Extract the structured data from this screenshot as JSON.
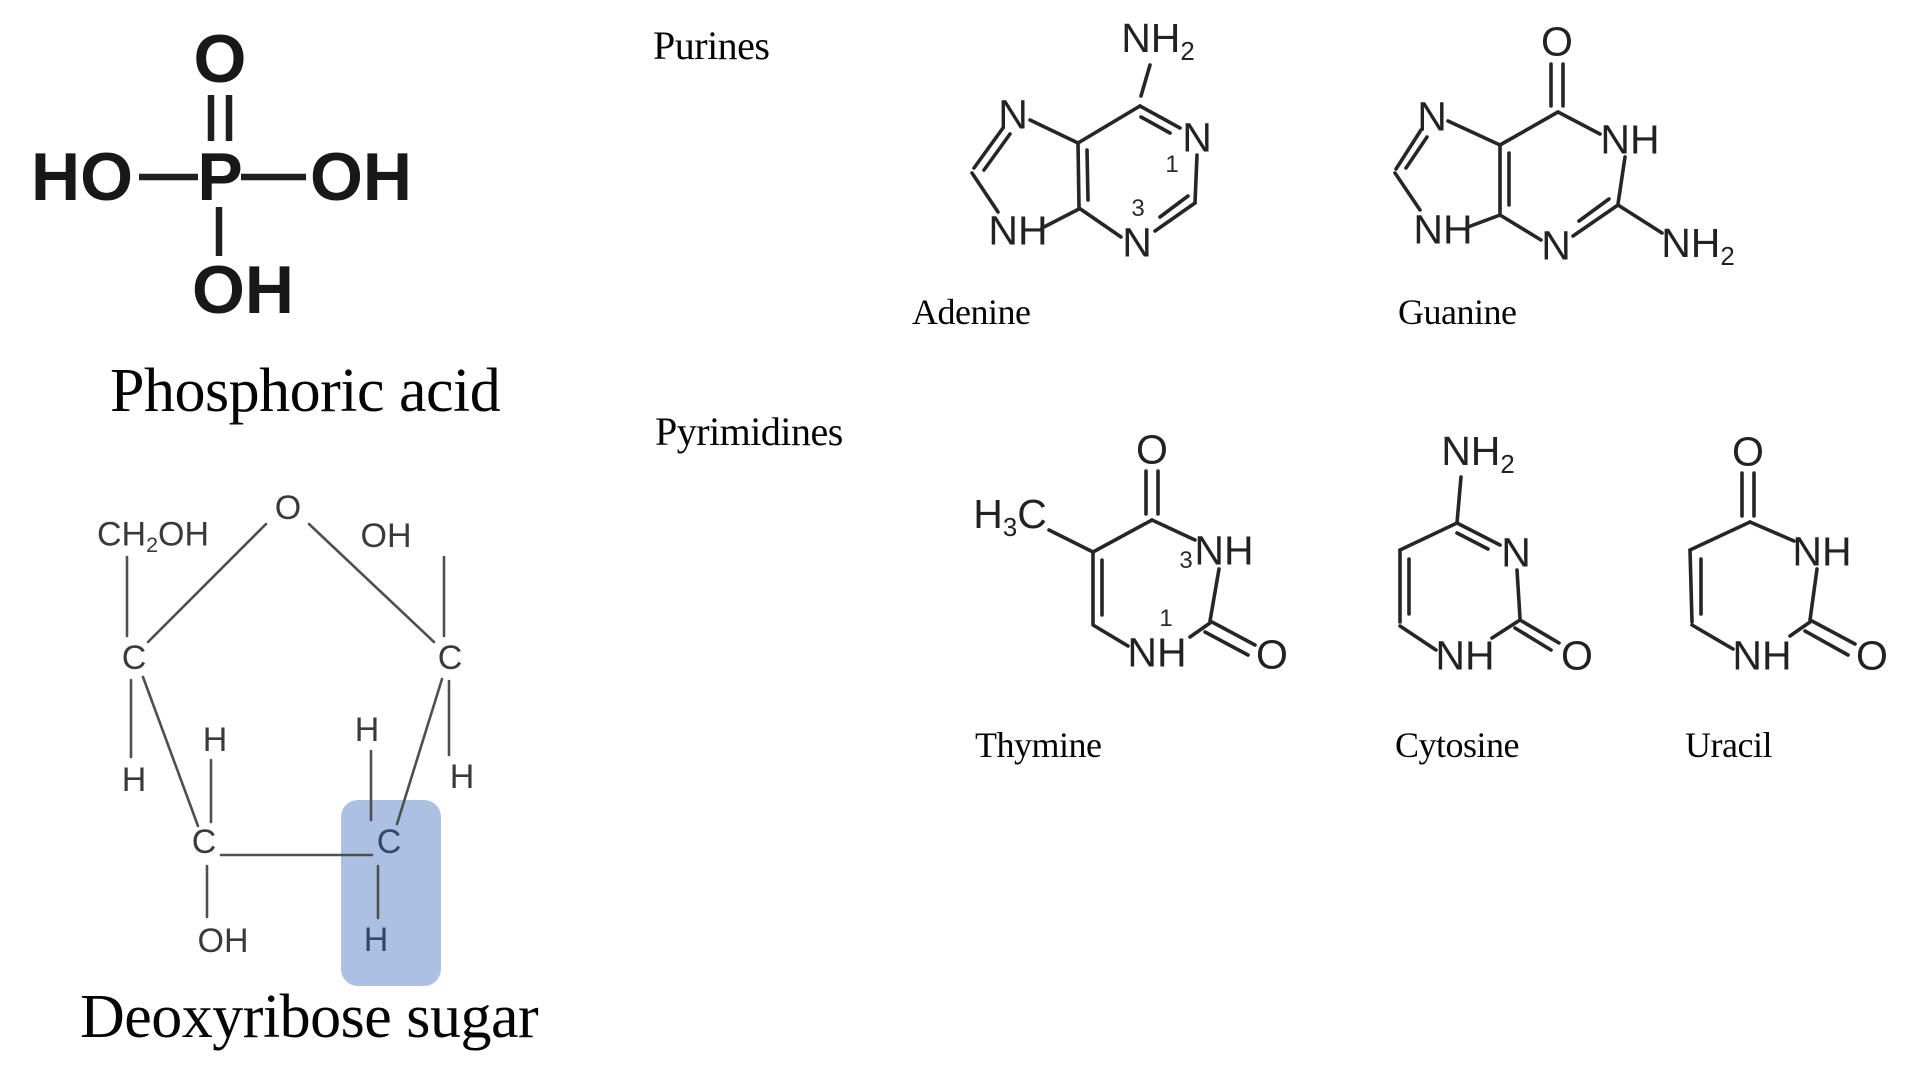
{
  "figure": {
    "purines_heading": "Purines",
    "pyrimidines_heading": "Pyrimidines"
  },
  "phosphoric_acid": {
    "caption": "Phosphoric acid",
    "o_top": "O",
    "ho_left": "HO",
    "p": "P",
    "oh_right": "OH",
    "oh_bottom": "OH"
  },
  "deoxyribose": {
    "caption": "Deoxyribose sugar",
    "highlight_color": "#aac1e4",
    "ch2oh": {
      "c1": "CH",
      "sub": "2",
      "c2": "OH"
    },
    "ring_o": "O",
    "oh_upper": "OH",
    "c_upper_left": "C",
    "c_upper_right": "C",
    "c_lower_left": "C",
    "c_lower_right": "C",
    "h_outer_left": "H",
    "h_inner_left": "H",
    "h_inner_right": "H",
    "h_outer_right": "H",
    "oh_lower": "OH",
    "h_lower": "H"
  },
  "adenine": {
    "name": "Adenine",
    "amine": {
      "main": "NH",
      "sub": "2"
    },
    "n1": "N",
    "n1_number": "1",
    "n3": "N",
    "n3_number": "3",
    "n7": "N",
    "n9": "NH"
  },
  "guanine": {
    "name": "Guanine",
    "o": "O",
    "n1": "NH",
    "n3": "N",
    "n7": "N",
    "n9": "NH",
    "amine": {
      "main": "NH",
      "sub": "2"
    }
  },
  "thymine": {
    "name": "Thymine",
    "o_top": "O",
    "o_right": "O",
    "n3": "NH",
    "n3_number": "3",
    "n1": "NH",
    "n1_number": "1",
    "methyl": {
      "h": "H",
      "sub": "3",
      "c": "C"
    }
  },
  "cytosine": {
    "name": "Cytosine",
    "amine": {
      "main": "NH",
      "sub": "2"
    },
    "n3": "N",
    "o": "O",
    "n1": "NH"
  },
  "uracil": {
    "name": "Uracil",
    "o_top": "O",
    "o_right": "O",
    "n3": "NH",
    "n1": "NH"
  }
}
